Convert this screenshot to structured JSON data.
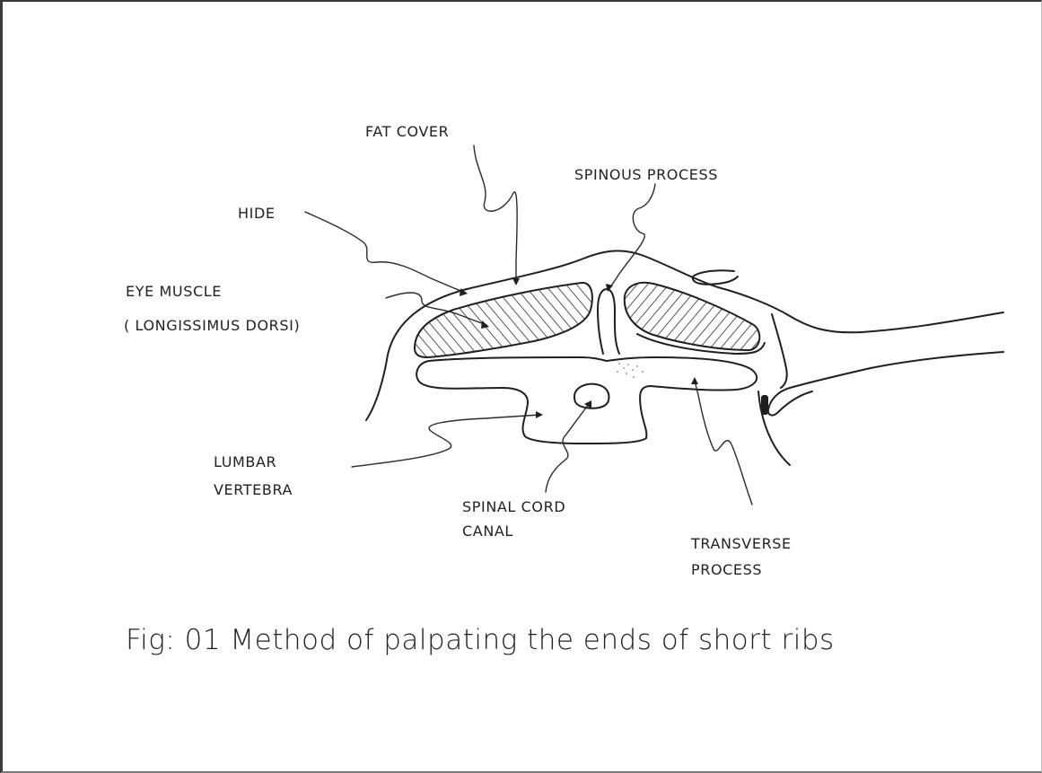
{
  "labels": {
    "fat_cover": "FAT COVER",
    "spinous_process": "SPINOUS PROCESS",
    "hide": "HIDE",
    "eye_muscle_1": "EYE MUSCLE",
    "eye_muscle_2": "( LONGISSIMUS DORSI)",
    "lumbar_1": "LUMBAR",
    "lumbar_2": "VERTEBRA",
    "spinal_1": "SPINAL CORD",
    "spinal_2": "CANAL",
    "transverse_1": "TRANSVERSE",
    "transverse_2": "PROCESS"
  },
  "caption": "Fig: 01  Method of palpating the ends of short ribs",
  "colors": {
    "ink": "#1f1f1f",
    "paper": "#ffffff"
  }
}
